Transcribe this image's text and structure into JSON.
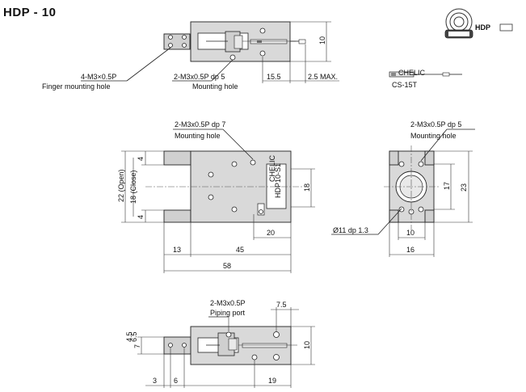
{
  "title": "HDP - 10",
  "legend": {
    "model_label": "HDP"
  },
  "sensor": {
    "label": "CS-15T",
    "mark": "CHELIC"
  },
  "top_view": {
    "finger_hole_label": "4-M3×0.5P",
    "finger_hole_desc": "Finger mounting hole",
    "mount_hole_label": "2-M3x0.5P dp 5",
    "mount_hole_desc": "Mounting hole",
    "dim_15_5": "15.5",
    "dim_2_5": "2.5 MAX.",
    "dim_10": "10"
  },
  "front_view": {
    "mount_hole_label": "2-M3x0.5P dp 7",
    "mount_hole_desc": "Mounting hole",
    "dim_4a": "4",
    "dim_4b": "4",
    "dim_open": "22 (Open)",
    "dim_close": "18 (Close)",
    "dim_18": "18",
    "dim_20": "20",
    "dim_13": "13",
    "dim_45": "45",
    "dim_58": "58",
    "body_text_1": "CHELIC",
    "body_text_2": "HDP10-S1"
  },
  "side_view": {
    "mount_hole_label": "2-M3x0.5P dp 5",
    "mount_hole_desc": "Mounting hole",
    "dim_17": "17",
    "dim_23": "23",
    "dim_11": "Ø11 dp 1.3",
    "dim_10": "10",
    "dim_16": "16"
  },
  "bottom_view": {
    "port_label": "2-M3x0.5P",
    "port_desc": "Piping port",
    "dim_7_5": "7.5",
    "dim_7": "7",
    "dim_small_a": "4.5",
    "dim_small_b": "6.5",
    "dim_10": "10",
    "dim_3": "3",
    "dim_6": "6",
    "dim_19": "19"
  },
  "colors": {
    "body": "#d9d9d9",
    "line": "#222222"
  }
}
